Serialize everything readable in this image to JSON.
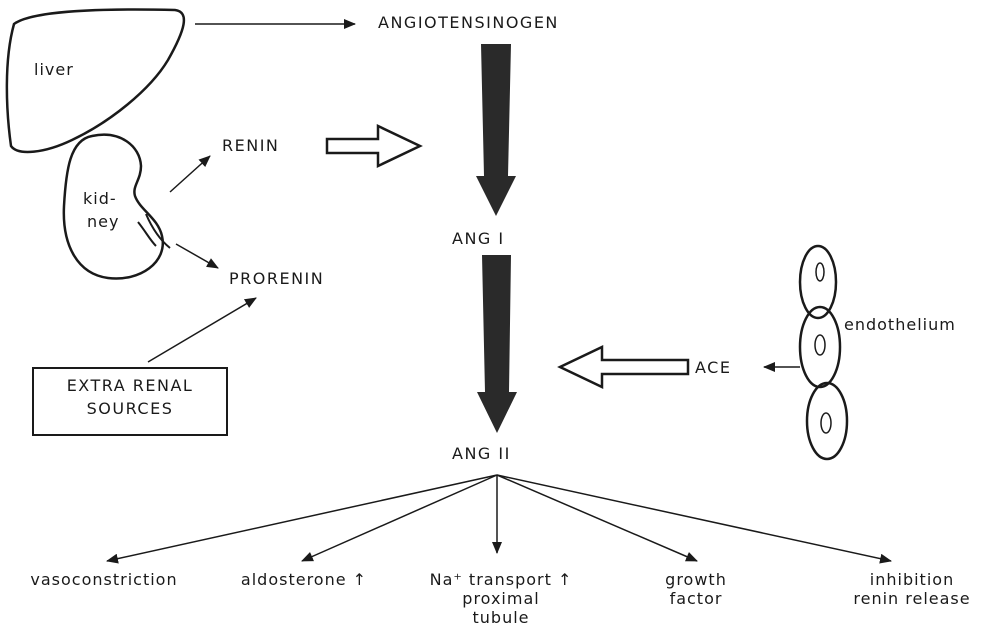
{
  "nodes": {
    "angiotensinogen": "ANGIOTENSINOGEN",
    "liver": "liver",
    "kidney_line1": "kid-",
    "kidney_line2": "ney",
    "renin": "RENIN",
    "prorenin": "PRORENIN",
    "ang1": "ANG I",
    "ang2": "ANG II",
    "endothelium": "endothelium",
    "ace": "ACE",
    "extra_renal_line1": "EXTRA RENAL",
    "extra_renal_line2": "SOURCES"
  },
  "effects": [
    {
      "lines": [
        "vasoconstriction"
      ]
    },
    {
      "lines": [
        "aldosterone ↑"
      ]
    },
    {
      "lines": [
        "Na⁺ transport ↑",
        "proximal",
        "tubule"
      ]
    },
    {
      "lines": [
        "growth",
        "factor"
      ]
    },
    {
      "lines": [
        "inhibition",
        "renin release"
      ]
    }
  ]
}
